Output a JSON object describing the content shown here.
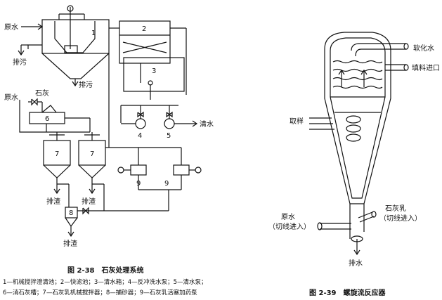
{
  "fig38": {
    "caption": "图 2-38　石灰处理系统",
    "legend_line1": "1—机械搅拌澄清池；2—快滤池；3—清水箱；4—反冲洗水泵；5—清水泵；",
    "legend_line2": "6—消石灰槽；7—石灰乳机械搅拌器；8—捕砂器；9—石灰乳活塞加药泵",
    "raw_water_top": "原水",
    "sludge_left": "排污",
    "sludge_bottom": "排污",
    "raw_water_mid": "原水",
    "lime": "石灰",
    "clear_water": "清水",
    "slag_left": "排渣",
    "slag_right": "排渣",
    "slag_bottom": "排渣",
    "n1": "1",
    "n2": "2",
    "n3": "3",
    "n4": "4",
    "n5": "5",
    "n6": "6",
    "n7a": "7",
    "n7b": "7",
    "n8": "8",
    "n9a": "9",
    "n9b": "9"
  },
  "fig39": {
    "caption": "图 2-39　螺旋流反应器",
    "soft_water": "软化水",
    "filler_inlet": "填料进口",
    "sampling": "取样",
    "raw_water": "原水",
    "raw_water_sub": "（切线进入）",
    "lime_milk": "石灰乳",
    "lime_milk_sub": "（切线进入）",
    "drain": "排水"
  }
}
